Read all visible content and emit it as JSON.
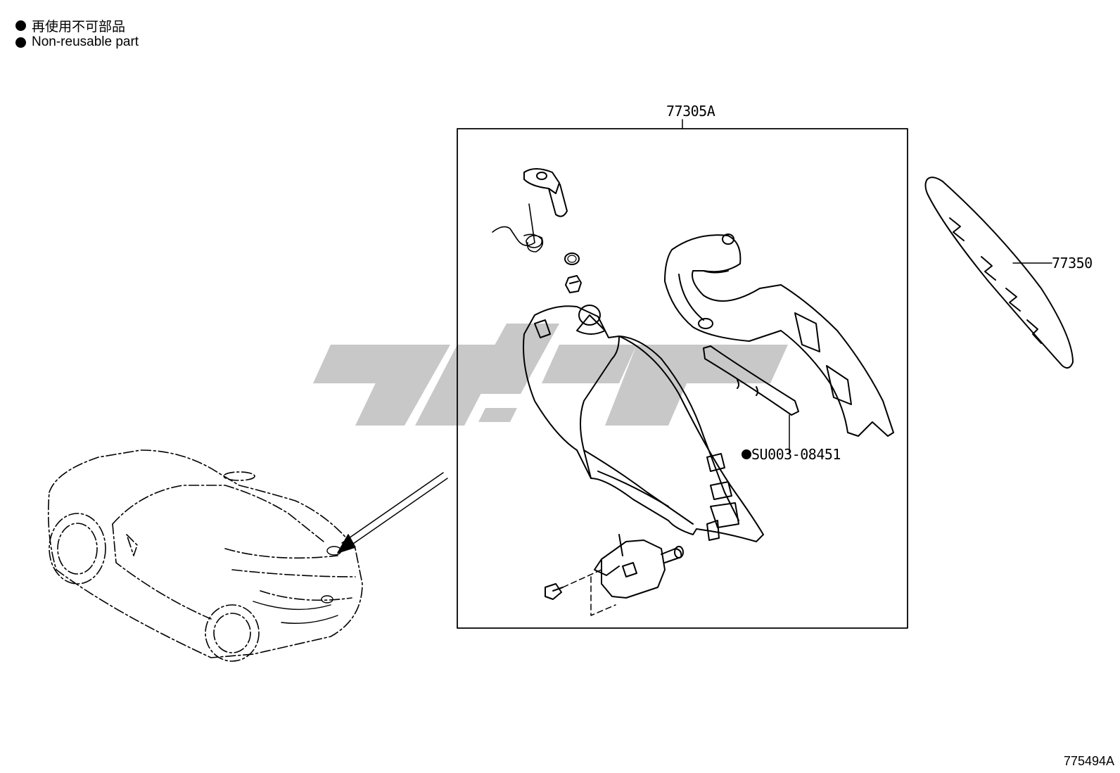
{
  "legend": {
    "items": [
      {
        "text": "再使用不可部品"
      },
      {
        "text": "Non-reusable part"
      }
    ]
  },
  "callouts": {
    "assembly": "77305A",
    "seal_part": "SU003-08451",
    "gasket": "77350"
  },
  "diagram_number": "775494A",
  "watermark_color": "#c8c8c8"
}
